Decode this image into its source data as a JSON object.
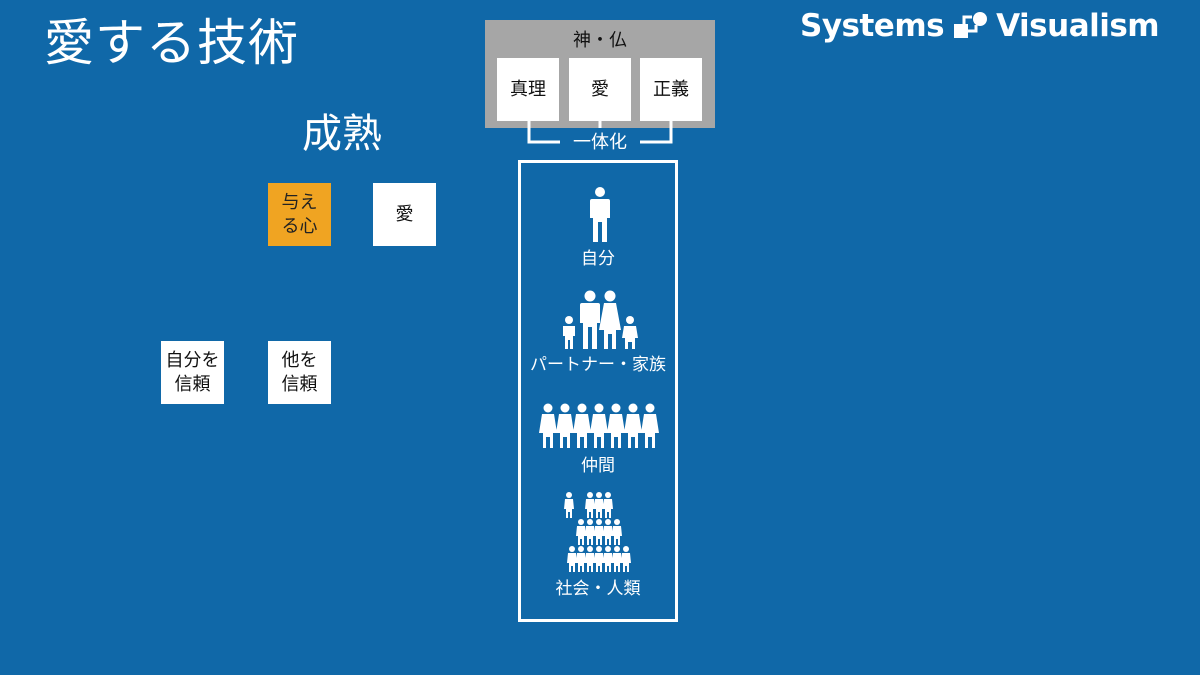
{
  "slide": {
    "title": "愛する技術",
    "brand": "Systems",
    "brand_second": "Visualism",
    "heading": "成熟"
  },
  "cards": {
    "giving_heart": "与え\nる心",
    "love": "愛",
    "trust_self": "自分を\n信頼",
    "trust_others": "他を\n信頼"
  },
  "divine": {
    "title": "神・仏",
    "attributes": [
      "真理",
      "愛",
      "正義"
    ],
    "unify_label": "一体化"
  },
  "levels": [
    "自分",
    "パートナー・家族",
    "仲間",
    "社会・人類"
  ],
  "colors": {
    "background": "#1068a8",
    "accent": "#f0a422",
    "divine_box": "#a6a6a6"
  },
  "icons": [
    "person-icon",
    "family-icon",
    "group-icon",
    "crowd-icon",
    "systems-visualism-logo"
  ]
}
